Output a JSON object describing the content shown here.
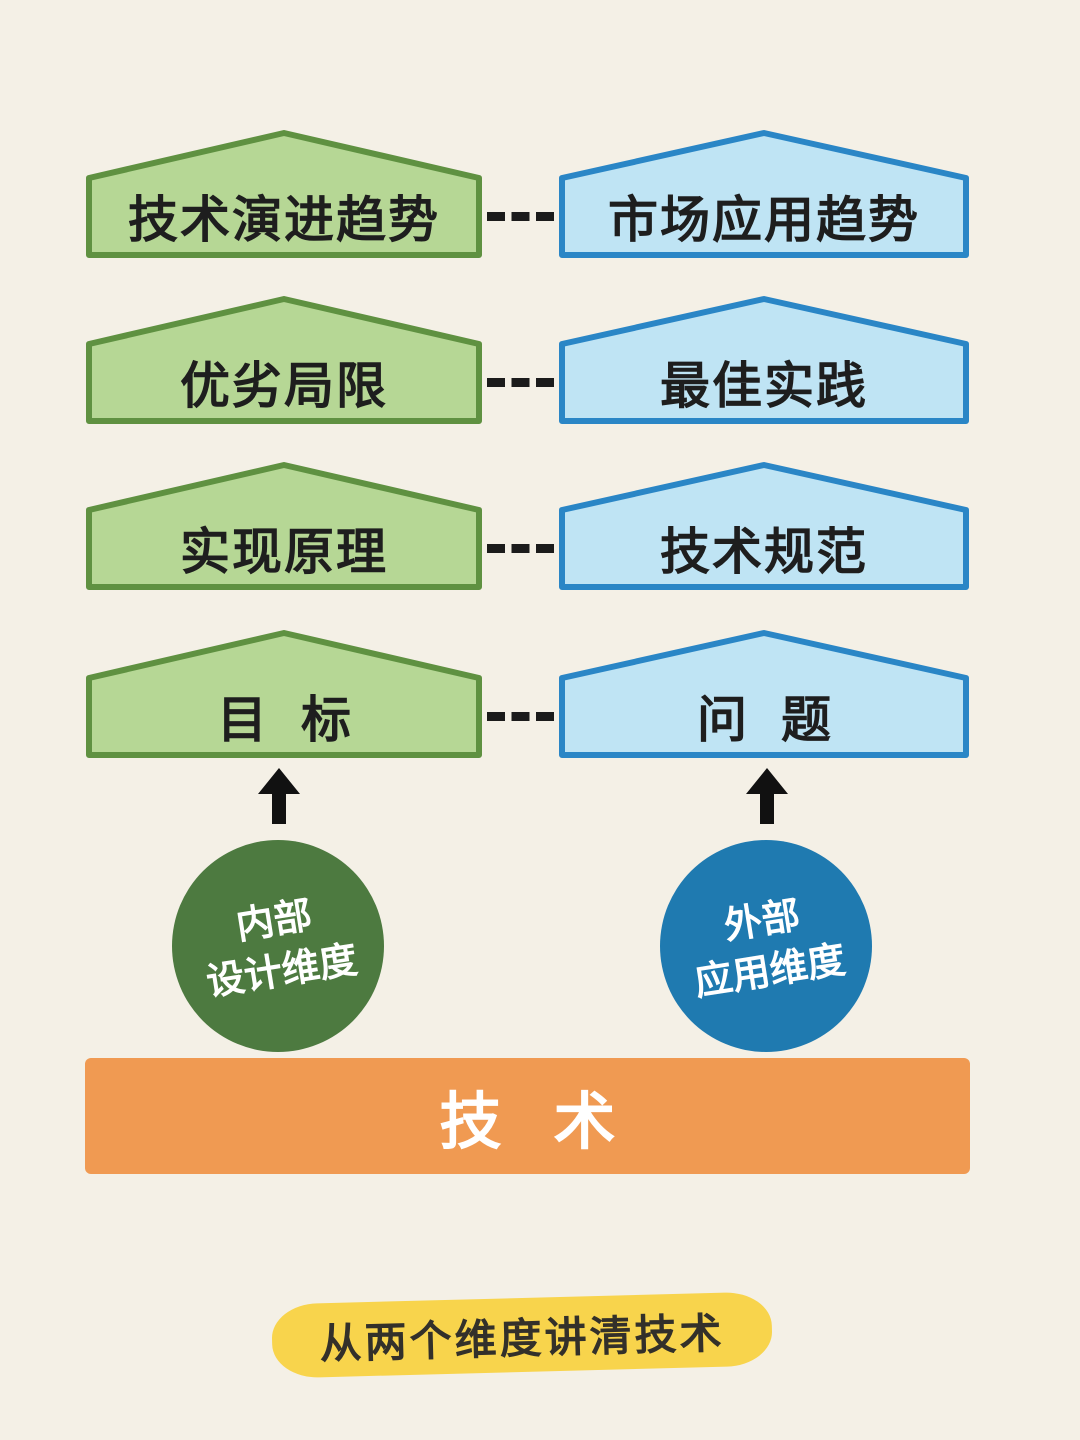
{
  "rows": [
    {
      "left": "技术演进趋势",
      "right": "市场应用趋势"
    },
    {
      "left": "优劣局限",
      "right": "最佳实践"
    },
    {
      "left": "实现原理",
      "right": "技术规范"
    },
    {
      "left": "目标",
      "right": "问题"
    }
  ],
  "left_dimension": {
    "line1": "内部",
    "line2": "设计维度"
  },
  "right_dimension": {
    "line1": "外部",
    "line2": "应用维度"
  },
  "base_label": "技术",
  "caption": "从两个维度讲清技术",
  "colors": {
    "background": "#f4f0e6",
    "green_fill": "#b6d795",
    "green_stroke": "#5f9141",
    "blue_fill": "#bfe4f4",
    "blue_stroke": "#2a86c6",
    "internal_circle": "#4d7a40",
    "external_circle": "#1f7ab0",
    "base_bar": "#f09a52",
    "caption_highlight": "#f8d44c"
  }
}
